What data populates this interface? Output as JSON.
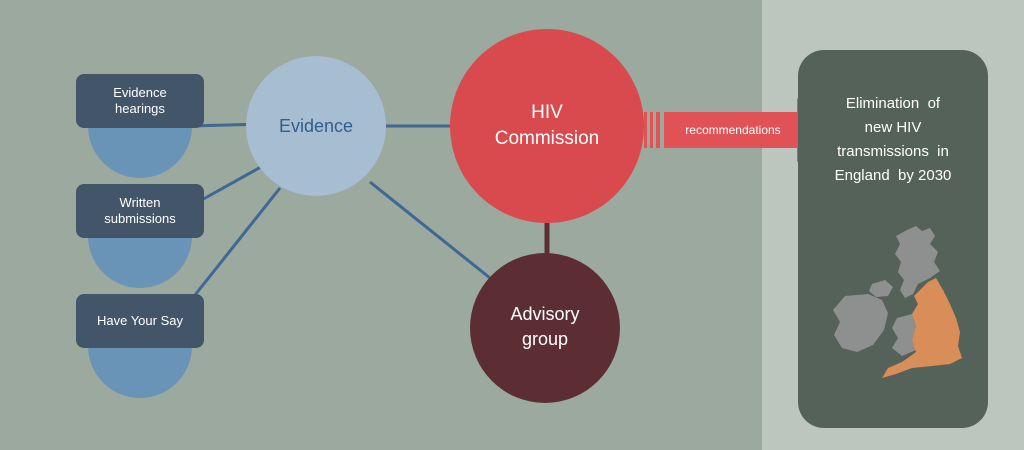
{
  "diagram": {
    "inputs": [
      {
        "label": "Evidence\nhearings"
      },
      {
        "label": "Written\nsubmissions"
      },
      {
        "label": "Have Your Say"
      }
    ],
    "evidence": {
      "label": "Evidence"
    },
    "commission": {
      "label": "HIV\nCommission"
    },
    "advisory": {
      "label": "Advisory\ngroup"
    },
    "arrow": {
      "label": "recommendations"
    },
    "goal": {
      "label": "Elimination  of\nnew HIV\ntransmissions  in\nEngland  by 2030"
    },
    "map": {
      "icon": "uk-map-icon",
      "england_color": "#d98e5a",
      "rest_color": "#8e8f8f"
    }
  },
  "colors": {
    "background": "#9ba99f",
    "panel_background": "#bcc6bf",
    "input_box": "#435569",
    "input_cup": "#6a93b8",
    "evidence_circle": "#a7bed2",
    "commission_circle": "#d94a4e",
    "advisory_circle": "#5c2e34",
    "connector": "#3f6893",
    "arrow": "#e05256",
    "goal_panel": "#556259"
  }
}
